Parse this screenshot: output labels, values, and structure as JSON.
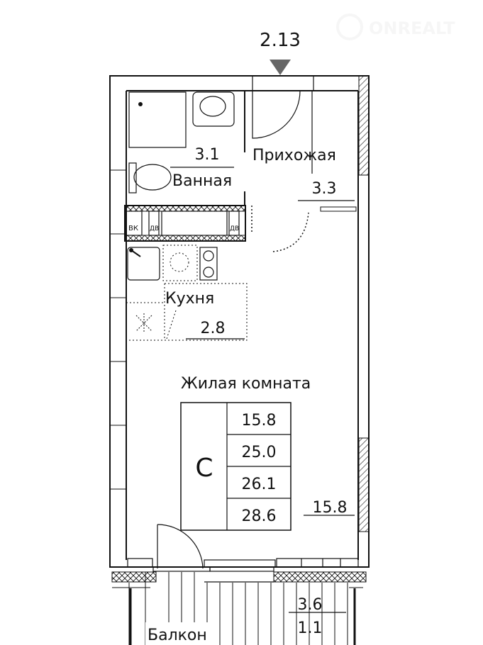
{
  "watermark": {
    "brand": "ONREALT"
  },
  "entrance_mark": "2.13",
  "rooms": {
    "hallway": {
      "name": "Прихожая",
      "area": "3.3"
    },
    "bathroom": {
      "name": "Ванная",
      "area": "3.1"
    },
    "kitchen": {
      "name": "Кухня",
      "area": "2.8"
    },
    "living": {
      "name": "Жилая комната",
      "area": "15.8"
    },
    "balcony": {
      "name": "Балкон",
      "area": "3.6",
      "area_reduced": "1.1"
    }
  },
  "shaft_labels": {
    "vk": "ВК",
    "dv1": "ДВ",
    "dv2": "ДВ"
  },
  "summary": {
    "type": "С",
    "values": [
      "15.8",
      "25.0",
      "26.1",
      "28.6"
    ]
  }
}
